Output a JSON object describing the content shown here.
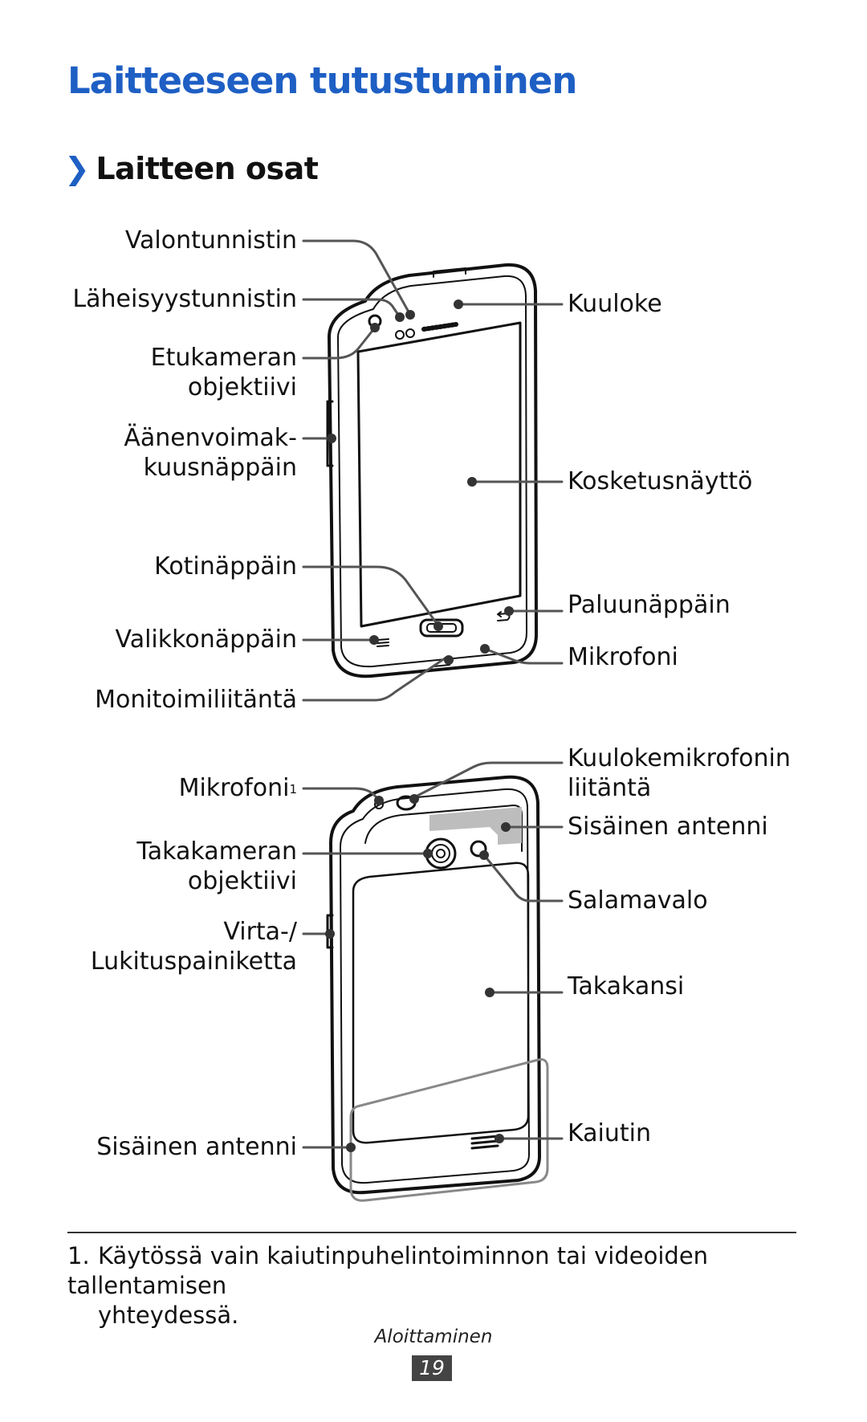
{
  "page_title": "Laitteeseen tutustuminen",
  "section": {
    "chevron": "❯",
    "title": "Laitteen osat"
  },
  "front_labels": {
    "valontunnistin": "Valontunnistin",
    "laheisyystunnistin": "Läheisyystunnistin",
    "etukameran_1": "Etukameran",
    "etukameran_2": "objektiivi",
    "aanenvoimakkuus_1": "Äänenvoimak-",
    "aanenvoimakkuus_2": "kuusnäppäin",
    "kotinappain": "Kotinäppäin",
    "valikkonappain": "Valikkonäppäin",
    "monitoimiliitanta": "Monitoimiliitäntä",
    "kuuloke": "Kuuloke",
    "kosketusnaytto": "Kosketusnäyttö",
    "paluunappain": "Paluunäppäin",
    "mikrofoni": "Mikrofoni"
  },
  "back_labels": {
    "mikrofoni": "Mikrofoni",
    "mikrofoni_sup": "1",
    "takakameran_1": "Takakameran",
    "takakameran_2": "objektiivi",
    "virta_1": "Virta-/",
    "virta_2": "Lukituspainiketta",
    "sisainen_antenni_left": "Sisäinen antenni",
    "kuulokemikrofonin_1": "Kuulokemikrofonin",
    "kuulokemikrofonin_2": "liitäntä",
    "sisainen_antenni_right": "Sisäinen antenni",
    "salamavalo": "Salamavalo",
    "takakansi": "Takakansi",
    "kaiutin": "Kaiutin"
  },
  "footnote": {
    "number": "1.",
    "line1": "Käytössä vain kaiutinpuhelintoiminnon tai videoiden tallentamisen",
    "line2": "yhteydessä."
  },
  "footer": {
    "section": "Aloittaminen",
    "page": "19"
  }
}
